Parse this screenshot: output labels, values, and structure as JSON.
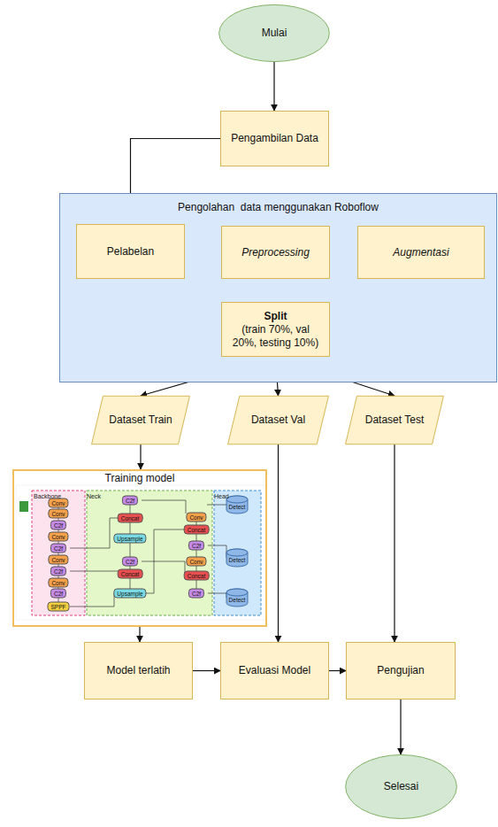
{
  "diagram": {
    "nodes": [
      {
        "text": [
          "Mulai"
        ]
      },
      {
        "text": [
          "Pengambilan Data"
        ]
      },
      {
        "text": [
          "Pengolahan  data menggunakan Roboflow"
        ]
      },
      {
        "text": [
          "Pelabelan"
        ],
        "in": 2
      },
      {
        "text": [
          "Preprocessing"
        ],
        "in": 2
      },
      {
        "text": [
          "Augmentasi"
        ],
        "in": 2
      },
      {
        "text": [
          "Split",
          "(train 70%, val 20%, testing 10%)"
        ],
        "in": 2
      },
      {
        "text": [
          "Dataset Train"
        ]
      },
      {
        "text": [
          "Dataset Val"
        ]
      },
      {
        "text": [
          "Dataset Test"
        ]
      },
      {
        "text": [
          "Training model"
        ]
      },
      {
        "text": [
          "Model terlatih"
        ]
      },
      {
        "text": [
          "Evaluasi Model"
        ]
      },
      {
        "text": [
          "Pengujian"
        ]
      },
      {
        "text": [
          "Selesai"
        ]
      }
    ],
    "edges": [
      {
        "from": 0,
        "to": 1,
        "arrow": "to"
      },
      {
        "from": 1,
        "to": 3,
        "arrow": "to"
      },
      {
        "from": 3,
        "to": 4,
        "arrow": "to"
      },
      {
        "from": 4,
        "to": 5,
        "arrow": "to"
      },
      {
        "from": 5,
        "to": 6,
        "arrow": "to"
      },
      {
        "from": 6,
        "to": 7,
        "arrow": "to"
      },
      {
        "from": 6,
        "to": 8,
        "arrow": "to"
      },
      {
        "from": 6,
        "to": 9,
        "arrow": "to"
      },
      {
        "from": 7,
        "to": 10,
        "arrow": "to"
      },
      {
        "from": 10,
        "to": 11,
        "arrow": "to"
      },
      {
        "from": 8,
        "to": 12,
        "arrow": "to"
      },
      {
        "from": 11,
        "to": 12,
        "arrow": "to"
      },
      {
        "from": 12,
        "to": 13,
        "arrow": "to"
      },
      {
        "from": 9,
        "to": 13,
        "arrow": "to"
      },
      {
        "from": 13,
        "to": 14,
        "arrow": "to"
      }
    ],
    "labels": [
      "Backbone",
      "Neck",
      "Head",
      "Conv",
      "Conv",
      "C2f",
      "Conv",
      "C2f",
      "Conv",
      "C2f",
      "Conv",
      "C2f",
      "SPPF",
      "C2f",
      "Concat",
      "Upsample",
      "C2f",
      "Concat",
      "Upsample",
      "Conv",
      "Concat",
      "C2f",
      "Conv",
      "Concat",
      "C2f",
      "Detect",
      "Detect",
      "Detect"
    ]
  }
}
